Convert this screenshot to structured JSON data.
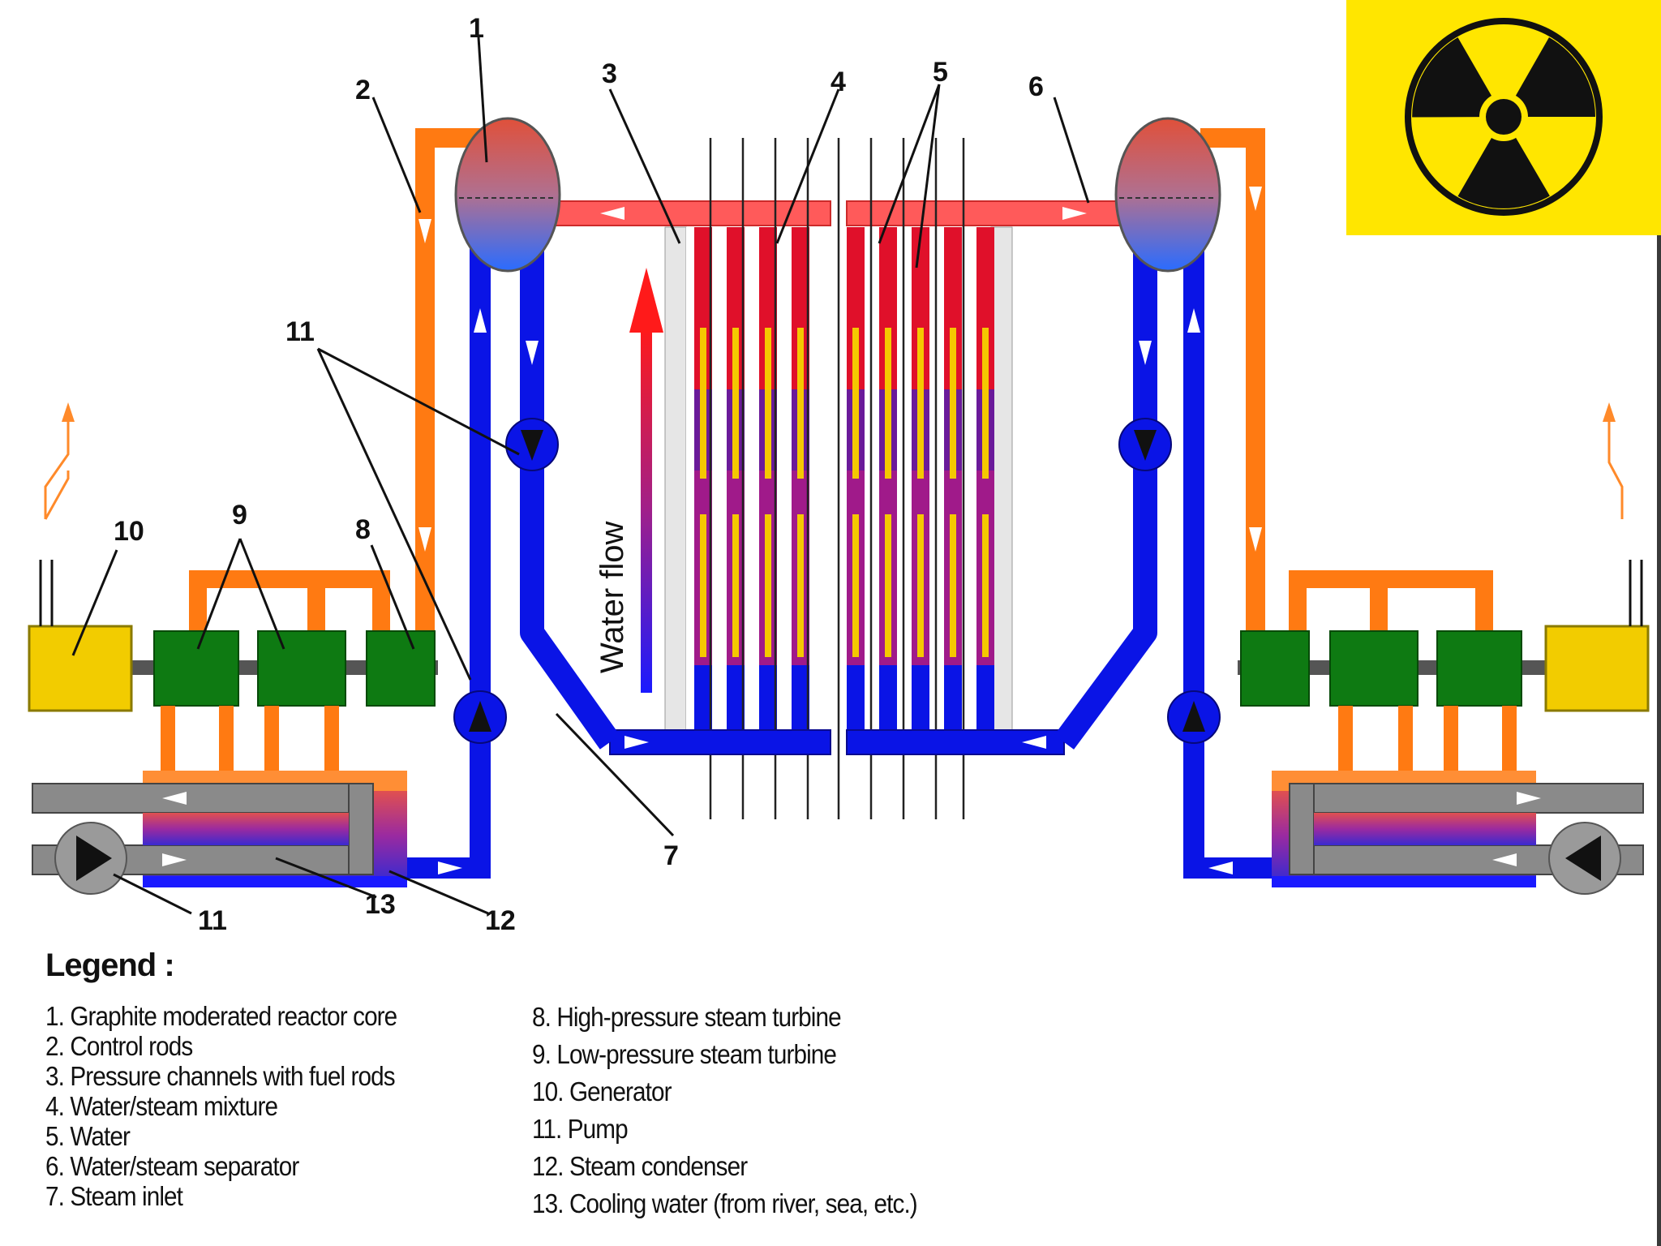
{
  "callouts": [
    "1",
    "2",
    "3",
    "4",
    "5",
    "6",
    "7",
    "8",
    "9",
    "10",
    "11",
    "11",
    "12",
    "13"
  ],
  "water_flow_label": "Water flow",
  "legend": {
    "title": "Legend :",
    "items_col1": [
      "1. Graphite moderated reactor core",
      "2. Control rods",
      "3. Pressure channels with fuel rods",
      "4. Water/steam mixture",
      "5. Water",
      "6. Water/steam separator",
      "7. Steam inlet"
    ],
    "items_col2": [
      "8. High-pressure steam turbine",
      "9. Low-pressure steam turbine",
      "10. Generator",
      "11. Pump",
      "12. Steam condenser",
      "13. Cooling water (from river, sea, etc.)"
    ]
  },
  "colors": {
    "water": "#0a14e6",
    "steam": "#ff7a12",
    "hot_mixture": "#ff5a5a",
    "turbine": "#0e7a12",
    "generator": "#f2cc00",
    "hazard_bg": "#ffe600",
    "fuel": "#f5c800",
    "rod_top": "#e0102a",
    "rod_mid": "#6a1a9a"
  },
  "icons": [
    "radiation-hazard-icon",
    "pump-icon",
    "arrow-icon",
    "electric-output-icon"
  ]
}
